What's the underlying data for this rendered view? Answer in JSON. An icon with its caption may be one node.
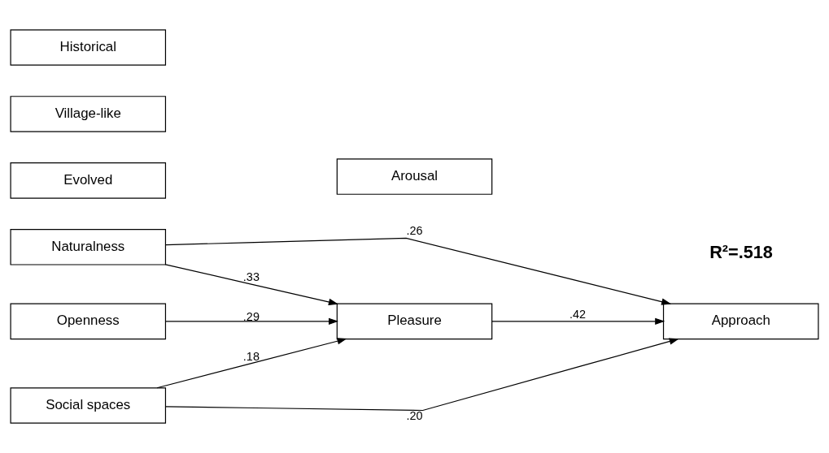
{
  "diagram": {
    "nodes": [
      {
        "text": [
          "Openness"
        ]
      },
      {
        "text": [
          "Naturalness"
        ]
      },
      {
        "text": [
          "Evolved"
        ]
      },
      {
        "text": [
          "Village-like"
        ]
      },
      {
        "text": [
          "Historical"
        ]
      },
      {
        "text": [
          "Social spaces"
        ]
      },
      {
        "text": [
          "Pleasure"
        ]
      },
      {
        "text": [
          "Approach"
        ]
      },
      {
        "text": [
          "Arousal"
        ]
      }
    ],
    "edges": [
      {
        "from": 0,
        "to": 6,
        "arrow": "to",
        "label": ".29"
      },
      {
        "from": 1,
        "to": 6,
        "arrow": "to",
        "label": ".33"
      },
      {
        "from": 1,
        "to": 7,
        "arrow": "to",
        "label": ".26"
      },
      {
        "from": 5,
        "to": 6,
        "arrow": "to",
        "label": ".18"
      },
      {
        "from": 5,
        "to": 7,
        "arrow": "to",
        "label": ".20"
      },
      {
        "from": 6,
        "to": 7,
        "arrow": "to",
        "label": ".42"
      }
    ],
    "labels": [
      "R²=.518"
    ]
  }
}
